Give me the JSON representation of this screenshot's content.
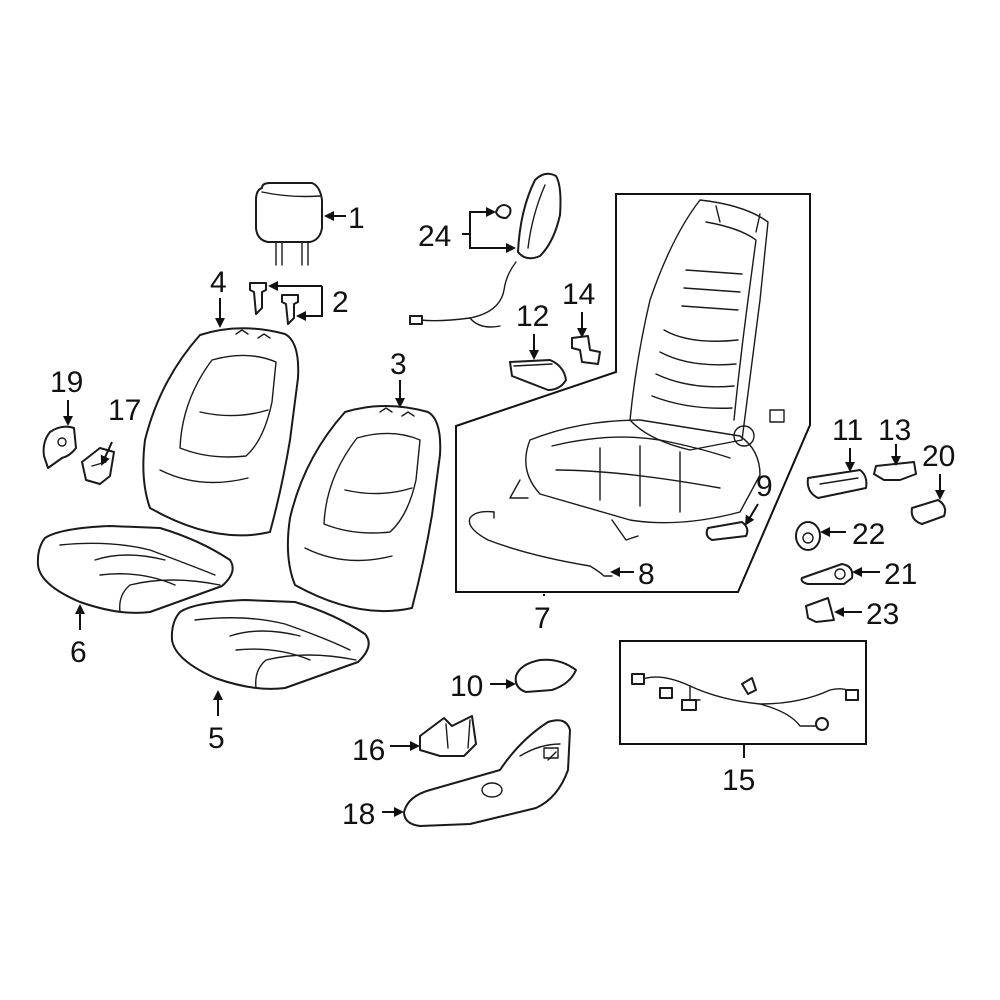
{
  "colors": {
    "highlight": "#3344cc",
    "line": "#1a1a1a",
    "background": "#ffffff"
  },
  "callouts": {
    "c1": "1",
    "c2": "2",
    "c3": "3",
    "c4": "4",
    "c5": "5",
    "c6": "6",
    "c7": "7",
    "c8": "8",
    "c9": "9",
    "c10": "10",
    "c11": "11",
    "c12": "12",
    "c13": "13",
    "c14": "14",
    "c15": "15",
    "c16": "16",
    "c17": "17",
    "c18": "18",
    "c19": "19",
    "c20": "20",
    "c21": "21",
    "c22": "22",
    "c23": "23",
    "c24": "24"
  }
}
